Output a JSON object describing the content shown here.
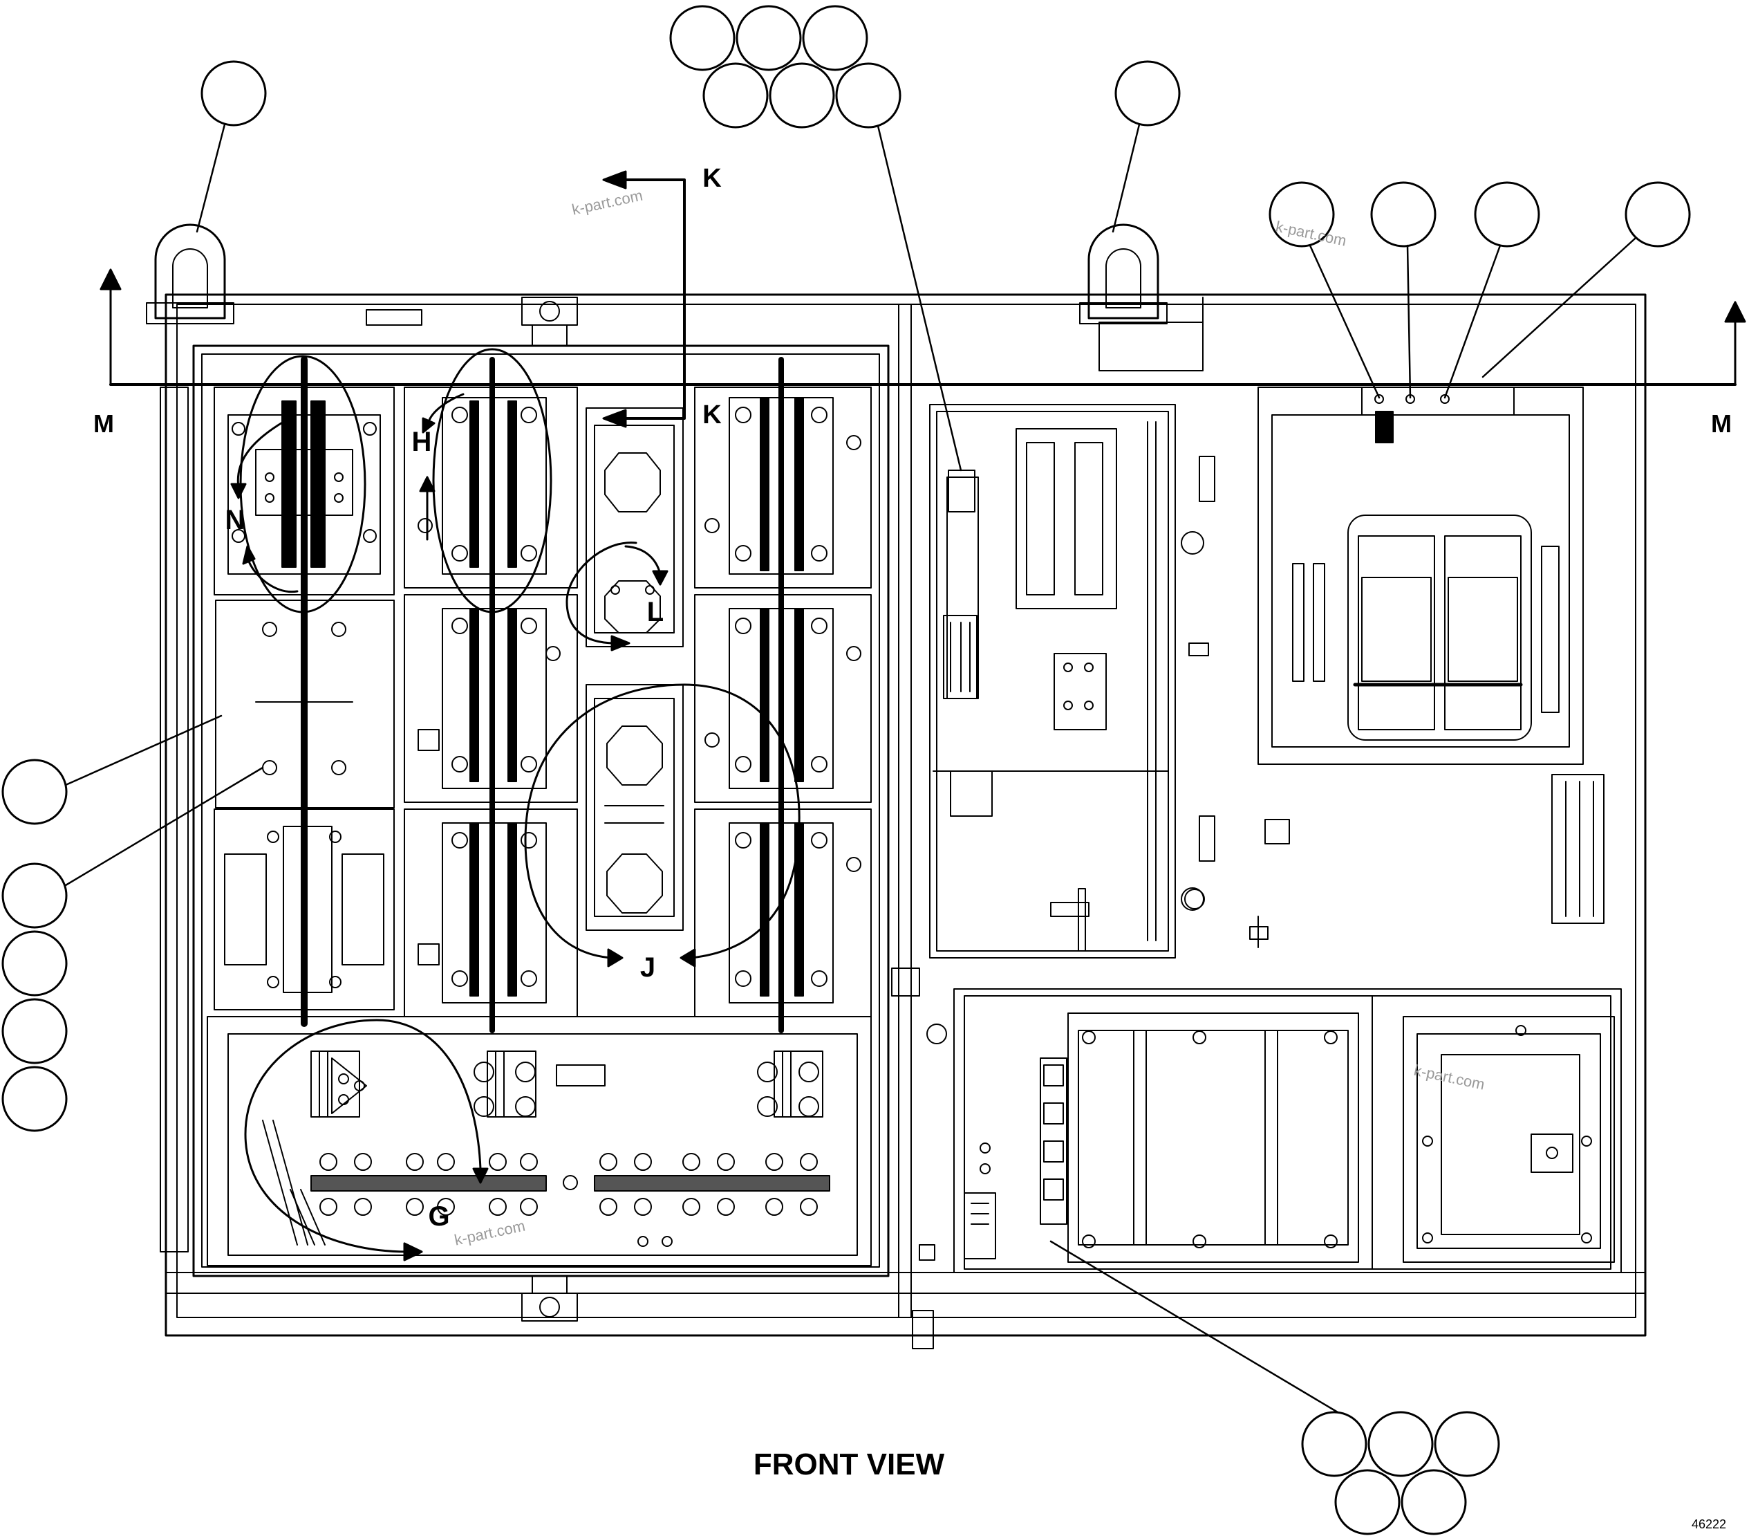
{
  "drawing": {
    "view_title": "FRONT VIEW",
    "drawing_number": "46222",
    "watermark": "k-part.com",
    "section_labels": {
      "k_top": "K",
      "k_inner": "K",
      "m_left": "M",
      "m_right": "M"
    },
    "detail_labels": {
      "g": "G",
      "h": "H",
      "j": "J",
      "l": "L",
      "n": "N"
    }
  }
}
